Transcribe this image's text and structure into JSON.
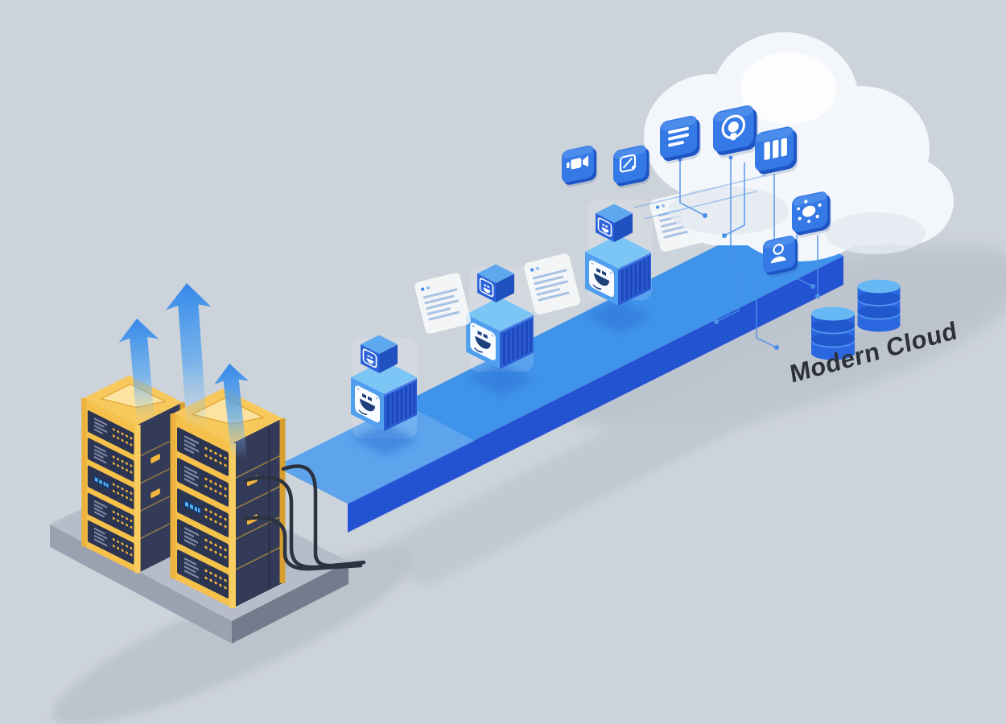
{
  "label": {
    "text": "Modern Cloud"
  },
  "colors": {
    "background": "#cdd3da",
    "ramp_top": "#3f93ea",
    "ramp_side": "#2353d3",
    "cloud": "#f3f6fa",
    "tile": "#3579e6",
    "tile_side": "#1d55c4",
    "container_front": "#4f9fee",
    "container_side": "#2a5cd4",
    "container_top": "#7cc6f5",
    "cube_front": "#2c63da",
    "cube_side": "#2150c0",
    "cube_top": "#5ea8f0",
    "rack_yellow": "#f5c14b",
    "rack_panel": "#2b3450",
    "platform_top": "#b6bcc8",
    "platform_left": "#9aa1b0",
    "platform_right": "#747b8c",
    "arrow": "#2f86ea",
    "circuit": "#4a90e8",
    "db_body": "#2b68e0",
    "db_top": "#66b8f4",
    "cable": "#2b3240",
    "whale": "#1e3f7a",
    "label_text": "#2c3138"
  },
  "cloud": {
    "tiles": [
      {
        "icon": "list-icon"
      },
      {
        "icon": "idea-icon"
      },
      {
        "icon": "bar-chart-icon"
      },
      {
        "icon": "network-icon"
      },
      {
        "icon": "user-icon"
      }
    ]
  },
  "floating_tiles": [
    {
      "icon": "video-icon"
    },
    {
      "icon": "compose-icon"
    }
  ],
  "migration": {
    "containers": 3,
    "docker_cubes": 3,
    "ghost_cards": 3
  },
  "legacy": {
    "server_racks": 2,
    "growth_arrows": 3,
    "cables": 3
  },
  "storage": {
    "databases": 2
  }
}
